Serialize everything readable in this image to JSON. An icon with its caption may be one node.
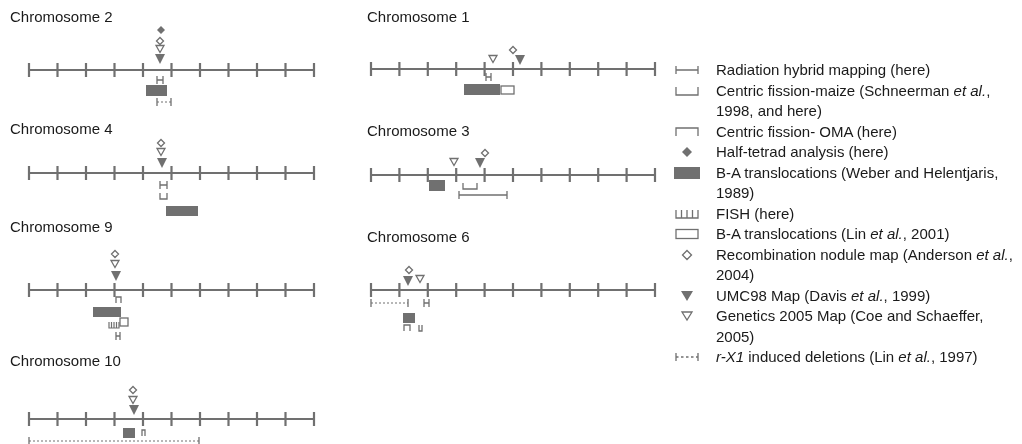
{
  "diagram": {
    "labels": [
      "Chromosome 2",
      "Chromosome 1",
      "Chromosome 4",
      "Chromosome 3",
      "Chromosome 9",
      "Chromosome 6",
      "Chromosome 10"
    ],
    "legend": [
      {
        "text": "Radiation hybrid mapping (here)"
      },
      {
        "text": "Centric fission-maize (Schneerman *et al.*, 1998, and here)"
      },
      {
        "text": "Centric fission- OMA (here)"
      },
      {
        "text": "Half-tetrad analysis (here)"
      },
      {
        "text": "B-A translocations (Weber and Helentjaris, 1989)",
        "color": "#707070"
      },
      {
        "text": "FISH (here)"
      },
      {
        "text": "B-A translocations (Lin *et al.*, 2001)"
      },
      {
        "text": "Recombination nodule map (Anderson *et al.*, 2004)"
      },
      {
        "text": "UMC98 Map (Davis *et al.*, 1999)"
      },
      {
        "text": "Genetics 2005 Map (Coe and Schaeffer, 2005)"
      },
      {
        "text": "*r-X1* induced deletions (Lin *et al.*, 1997)"
      }
    ]
  }
}
